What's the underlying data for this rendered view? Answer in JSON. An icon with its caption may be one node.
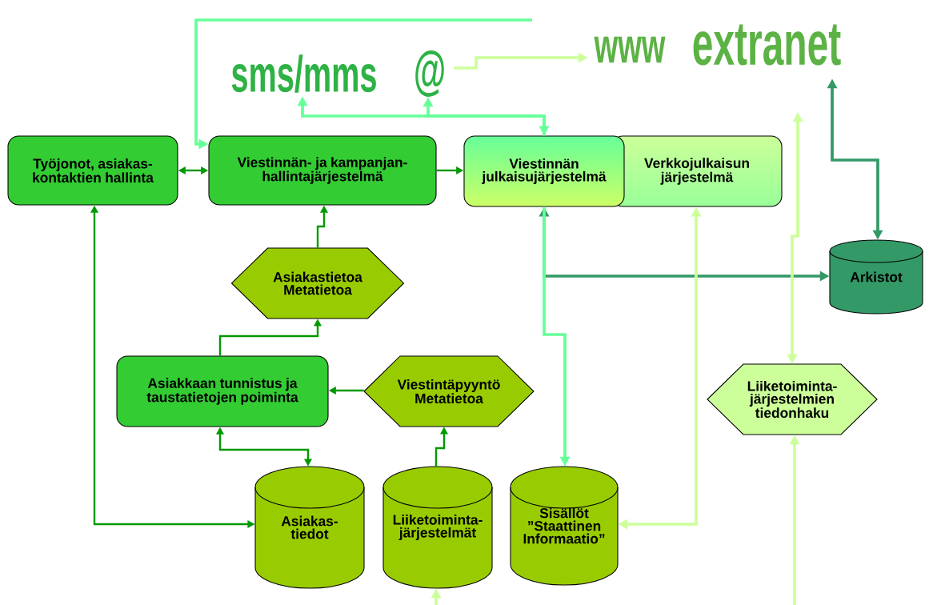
{
  "diagram": {
    "nodes": [
      {
        "text": [
          "sms/mms"
        ]
      },
      {
        "text": [
          "@"
        ]
      },
      {
        "text": [
          "www"
        ]
      },
      {
        "text": [
          "extranet"
        ]
      },
      {
        "text": [
          "Työjonot, asiakas- kontaktien hallinta"
        ]
      },
      {
        "text": [
          "Viestinnän- ja kampanjan- hallintajärjestelmä"
        ]
      },
      {
        "text": [
          "Viestinnän julkaisujärjestelmä"
        ]
      },
      {
        "text": [
          "Verkkojulkaisun järjestelmä"
        ]
      },
      {
        "text": [
          "Asiakastietoa Metatietoa"
        ]
      },
      {
        "text": [
          "Asiakkaan tunnistus ja taustatietojen poiminta"
        ]
      },
      {
        "text": [
          "Viestintäpyyntö Metatietoa"
        ]
      },
      {
        "text": [
          "Arkistot"
        ]
      },
      {
        "text": [
          "Liiketoiminta- järjestelmien tiedonhaku"
        ]
      },
      {
        "text": [
          "Asiakas- tiedot"
        ]
      },
      {
        "text": [
          "Liiketoiminta- järjestelmät"
        ]
      },
      {
        "text": [
          "Sisällöt ”Staattinen Informaatio”"
        ]
      }
    ],
    "edges": [
      {
        "from": 4,
        "to": 5,
        "arrow": "both"
      },
      {
        "from": 5,
        "to": 6,
        "arrow": "to"
      },
      {
        "from": null,
        "to": 5,
        "arrow": "to",
        "color": "#66ff99"
      },
      {
        "from": 1,
        "to": 2,
        "arrow": "to",
        "color": "#ccff99"
      },
      {
        "from": 6,
        "to": 0,
        "arrow": "both",
        "color": "#66ff99"
      },
      {
        "from": 6,
        "to": 1,
        "arrow": "to",
        "color": "#66ff99"
      },
      {
        "from": 11,
        "to": 3,
        "arrow": "both",
        "color": "#339966"
      },
      {
        "from": 11,
        "to": 6,
        "arrow": "both",
        "color": "#339966"
      },
      {
        "from": 6,
        "to": 15,
        "arrow": "to",
        "color": "#66ff99"
      },
      {
        "from": 7,
        "to": 15,
        "arrow": "both",
        "color": "#ccff99"
      },
      {
        "from": null,
        "to": 12,
        "arrow": "both",
        "color": "#ccff99"
      },
      {
        "from": null,
        "to": 12,
        "arrow": "to",
        "color": "#ccff99"
      },
      {
        "from": null,
        "to": 14,
        "arrow": "to",
        "color": "#ccff99"
      },
      {
        "from": 4,
        "to": 13,
        "arrow": "both"
      },
      {
        "from": 9,
        "to": 8,
        "arrow": "to"
      },
      {
        "from": 8,
        "to": 5,
        "arrow": "to"
      },
      {
        "from": 10,
        "to": 9,
        "arrow": "to"
      },
      {
        "from": 9,
        "to": 13,
        "arrow": "both"
      },
      {
        "from": 14,
        "to": 10,
        "arrow": "to"
      }
    ]
  }
}
